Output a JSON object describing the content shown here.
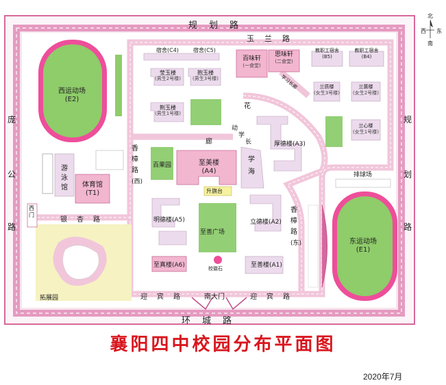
{
  "title": "襄阳四中校园分布平面图",
  "date": "2020年7月",
  "compass": {
    "north": "北",
    "south": "南",
    "west": "西",
    "east": "东"
  },
  "roads": {
    "planning_top": "规　划　路",
    "yulan": "玉　兰　路",
    "ring_city": "环　城　路",
    "pang_gong": [
      "庞",
      "公",
      "路"
    ],
    "planning_right": [
      "规",
      "划",
      "路"
    ],
    "yingbin_left": "迎　宾　路",
    "yingbin_right": "迎　宾　路",
    "south_gate": "南大门",
    "yinxing": "银　杏　路",
    "xizhang_west": [
      "香",
      "樟",
      "路",
      "(西)"
    ],
    "xizhang_east": [
      "香",
      "樟",
      "路",
      "(东)"
    ],
    "xishi_gate": [
      "西",
      "门"
    ],
    "corridor_mark": [
      "花",
      "廊"
    ],
    "corridor_long": [
      "动",
      "学",
      "长"
    ],
    "corridor_diag": "学习长廊"
  },
  "colors": {
    "pink": "#f2b6cf",
    "pink_dark": "#e6a0bf",
    "lavender": "#ecdbec",
    "green": "#93cf75",
    "green_dark": "#5aab44",
    "yellow": "#f6f2c2",
    "border": "#d8689a",
    "title": "#d9161e"
  },
  "buildings": {
    "west_field": {
      "name": "西运动场",
      "code": "(E2)"
    },
    "east_field": {
      "name": "东运动场",
      "code": "(E1)"
    },
    "dorm_c4": "宿舍(C4)",
    "dorm_c5": "宿舍(C5)",
    "baiwei": {
      "name": "百味轩",
      "sub": "(一食堂)"
    },
    "siwei": {
      "name": "思味轩",
      "sub": "(二食堂)"
    },
    "staff_b5": {
      "name": "教职工宿舍",
      "code": "(B5)"
    },
    "staff_b4": {
      "name": "教职工宿舍",
      "code": "(B4)"
    },
    "yingyu": {
      "name": "莹玉楼",
      "sub": "(男生2号楼)"
    },
    "baoyu": {
      "name": "抱玉楼",
      "sub": "(男生3号楼)"
    },
    "jingyu": {
      "name": "荆玉楼",
      "sub": "(男生1号楼)"
    },
    "lanzhi": {
      "name": "兰质楼",
      "sub": "(女生3号楼)"
    },
    "lanhui": {
      "name": "兰蕙楼",
      "sub": "(女生2号楼)"
    },
    "lanxin": {
      "name": "兰心楼",
      "sub": "(女生1号楼)"
    },
    "houde": "厚德楼(A3)",
    "baiguo": "百果园",
    "zhimei": {
      "name": "至美楼",
      "code": "(A4)"
    },
    "xuehai": [
      "学",
      "海"
    ],
    "flag_stage": "升旗台",
    "swimming": [
      "游",
      "泳",
      "馆"
    ],
    "gym": {
      "name": "体育馆",
      "code": "(T1)"
    },
    "mingde": "明德楼(A5)",
    "lide": "立德楼(A2)",
    "zhishan_plaza": "至善广场",
    "school_stone": "校徽石",
    "zhizhen": "至真楼(A6)",
    "zhishan_bldg": "至善楼(A1)",
    "tuozhan": "拓展园",
    "paiqiu": "排球场"
  }
}
